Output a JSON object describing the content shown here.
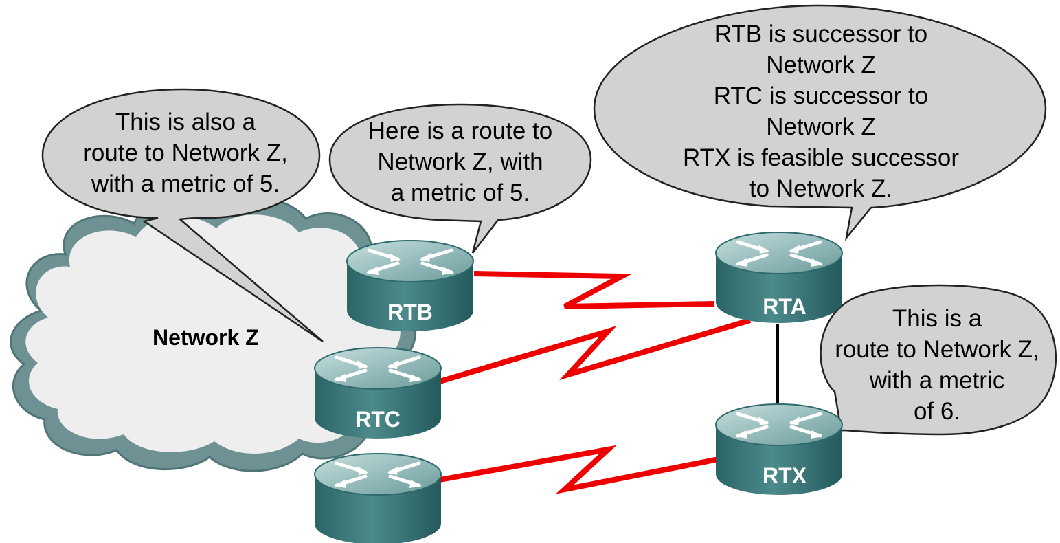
{
  "network": {
    "label": "Network Z",
    "routers": [
      {
        "id": "rtb",
        "label": "RTB"
      },
      {
        "id": "rtc",
        "label": "RTC"
      },
      {
        "id": "rta",
        "label": "RTA"
      },
      {
        "id": "rtx",
        "label": "RTX"
      },
      {
        "id": "unlabeled",
        "label": ""
      }
    ]
  },
  "callouts": {
    "also_route": {
      "lines": [
        "This is also a",
        "route to Network Z,",
        "with a metric of 5."
      ]
    },
    "here_route": {
      "lines": [
        "Here is a route to",
        "Network Z, with",
        "a metric of 5."
      ]
    },
    "rta_table": {
      "lines": [
        "RTB is successor to",
        "Network Z",
        "RTC is successor to",
        "Network Z",
        "RTX is feasible successor",
        "to Network Z."
      ]
    },
    "rtx_route": {
      "lines": [
        "This is a",
        "route to Network Z,",
        "with a metric",
        "of 6."
      ]
    }
  },
  "colors": {
    "bubble_fill": "#d2d2d2",
    "cloud_fill": "#efefef",
    "cloud_edge": "#6e9294",
    "router_body": "#3f7a7c",
    "router_top": "#9fc3c3",
    "serial_link": "#ee0000",
    "ethernet_link": "#000000"
  }
}
